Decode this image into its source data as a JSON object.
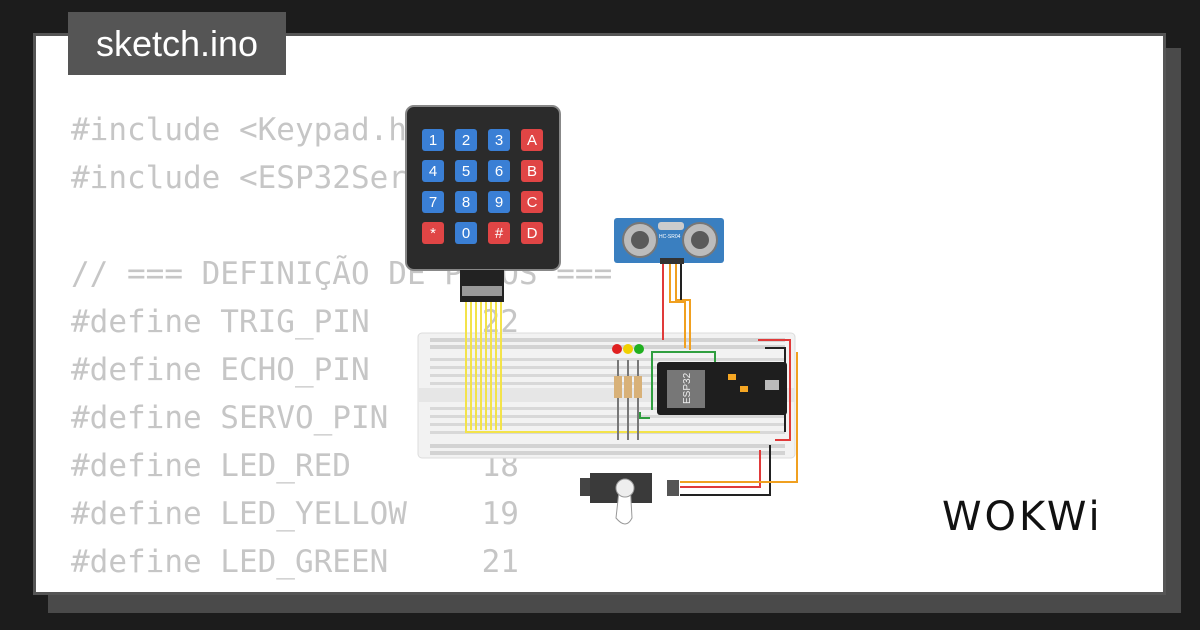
{
  "sketch": {
    "filename": "sketch.ino"
  },
  "code": {
    "lines": [
      "#include <Keypad.h>",
      "#include <ESP32Servo.h>",
      "",
      "// === DEFINIÇÃO DE PINOS ===",
      "#define TRIG_PIN      22",
      "#define ECHO_PIN      23",
      "#define SERVO_PIN     4",
      "#define LED_RED       18",
      "#define LED_YELLOW    19",
      "#define LED_GREEN     21"
    ]
  },
  "keypad": {
    "keys": [
      [
        "1",
        "2",
        "3",
        "A"
      ],
      [
        "4",
        "5",
        "6",
        "B"
      ],
      [
        "7",
        "8",
        "9",
        "C"
      ],
      [
        "*",
        "0",
        "#",
        "D"
      ]
    ]
  },
  "ultrasonic": {
    "label": "HC-SR04"
  },
  "board": {
    "label": "ESP32"
  },
  "brand": {
    "logo": "WOKWi"
  },
  "colors": {
    "background": "#1c1c1c",
    "card": "#ffffff",
    "tab": "#555555",
    "code_text": "#c6c6c6",
    "key_blue": "#3a7fd5",
    "key_red": "#e04545",
    "wire_yellow": "#f3e34a",
    "wire_red": "#e03a3a",
    "wire_green": "#2f9e3f",
    "wire_orange": "#f0a020"
  }
}
